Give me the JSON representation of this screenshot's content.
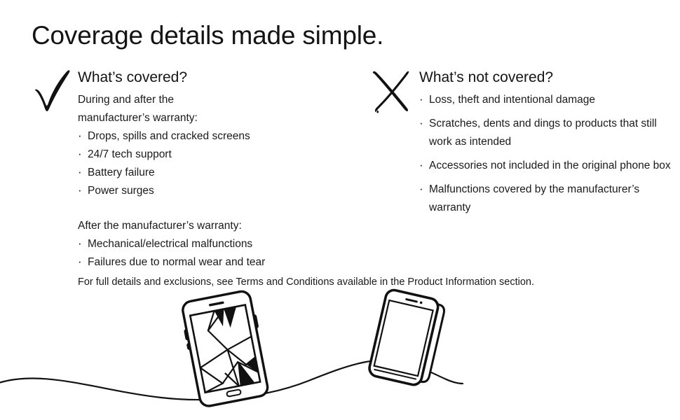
{
  "title": "Coverage details made simple.",
  "covered": {
    "mark_icon": "check-mark-icon",
    "heading": "What’s covered?",
    "intro": "During and after the manufacturer’s warranty:",
    "items": [
      "Drops, spills and cracked screens",
      "24/7 tech support",
      "Battery failure",
      "Power surges"
    ],
    "secondary_label": "After the manufacturer’s warranty:",
    "secondary_items": [
      "Mechanical/electrical malfunctions",
      "Failures due to normal wear and tear"
    ]
  },
  "not_covered": {
    "mark_icon": "cross-mark-icon",
    "heading": "What’s not covered?",
    "items": [
      "Loss, theft and intentional damage",
      "Scratches, dents and dings to products that still work as intended",
      "Accessories not included in the original phone box",
      "Malfunctions covered by the manufacturer’s warranty"
    ]
  },
  "footer_note": "For full details and exclusions, see Terms and Conditions available in the Product Information section.",
  "illustration": {
    "cracked_phone_icon": "cracked-phone-icon",
    "intact_phone_icon": "intact-phone-icon",
    "ground_line_icon": "wavy-line-icon"
  },
  "colors": {
    "background": "#ffffff",
    "text": "#1a1a1a",
    "ink": "#111111"
  }
}
